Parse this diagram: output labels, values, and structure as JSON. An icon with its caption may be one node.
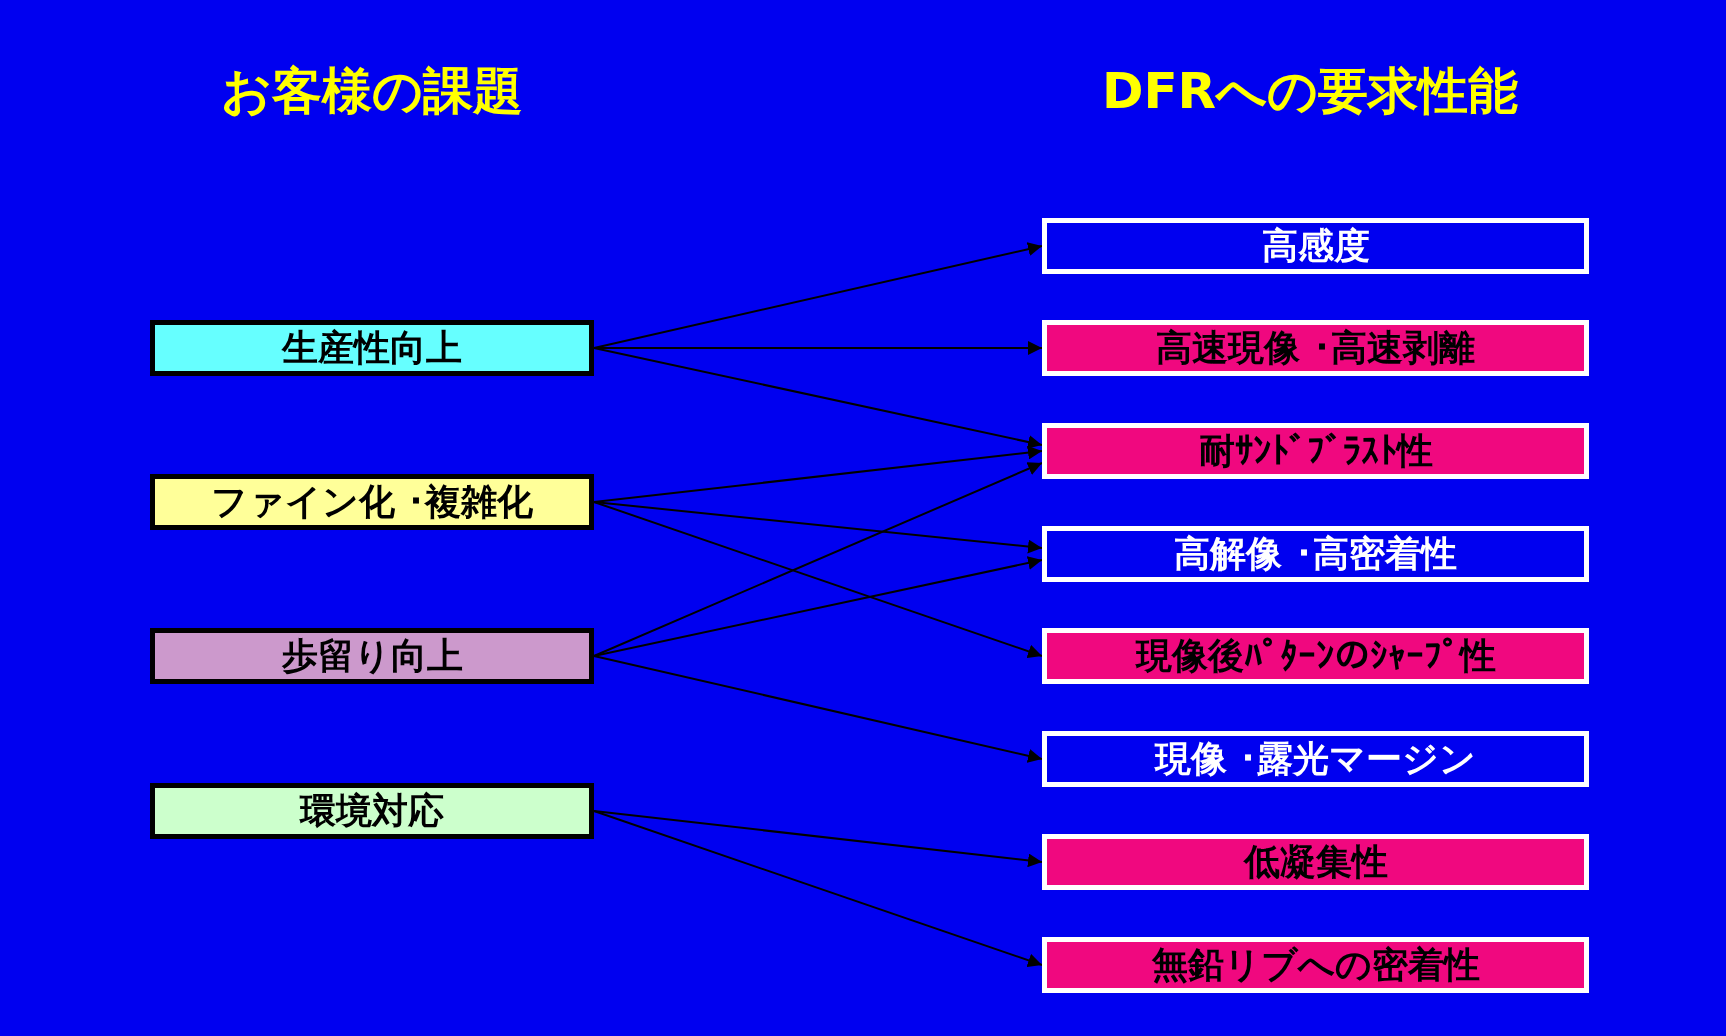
{
  "diagram": {
    "nodes": [
      {
        "text": [
          "生産性向上"
        ]
      },
      {
        "text": [
          "ファイン化 ･複雑化"
        ]
      },
      {
        "text": [
          "歩留り向上"
        ]
      },
      {
        "text": [
          "環境対応"
        ]
      },
      {
        "text": [
          "高感度"
        ]
      },
      {
        "text": [
          "高速現像 ･高速剥離"
        ]
      },
      {
        "text": [
          "耐ｻﾝﾄﾞﾌﾞﾗｽﾄ性"
        ]
      },
      {
        "text": [
          "高解像 ･高密着性"
        ]
      },
      {
        "text": [
          "現像後ﾊﾟﾀｰﾝのｼｬｰﾌﾟ性"
        ]
      },
      {
        "text": [
          "現像 ･露光マージン"
        ]
      },
      {
        "text": [
          "低凝集性"
        ]
      },
      {
        "text": [
          "無鉛リブへの密着性"
        ]
      }
    ],
    "edges": [
      {
        "from": 0,
        "to": 4,
        "arrow": "to"
      },
      {
        "from": 0,
        "to": 5,
        "arrow": "to"
      },
      {
        "from": 0,
        "to": 6,
        "arrow": "to"
      },
      {
        "from": 1,
        "to": 6,
        "arrow": "to"
      },
      {
        "from": 1,
        "to": 7,
        "arrow": "to"
      },
      {
        "from": 1,
        "to": 8,
        "arrow": "to"
      },
      {
        "from": 2,
        "to": 6,
        "arrow": "to"
      },
      {
        "from": 2,
        "to": 7,
        "arrow": "to"
      },
      {
        "from": 2,
        "to": 9,
        "arrow": "to"
      },
      {
        "from": 3,
        "to": 10,
        "arrow": "to"
      },
      {
        "from": 3,
        "to": 11,
        "arrow": "to"
      }
    ],
    "labels": [
      "お客様の課題",
      "DFRへの要求性能"
    ]
  }
}
